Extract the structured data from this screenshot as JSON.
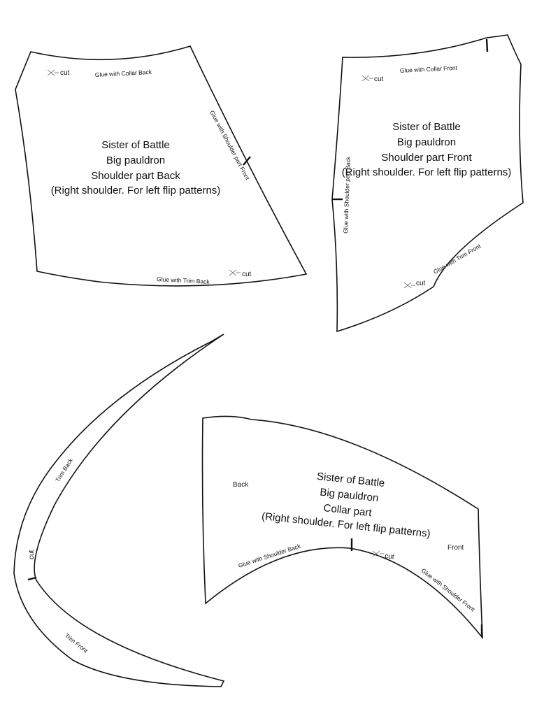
{
  "pieces": {
    "back": {
      "title": [
        "Sister of Battle",
        "Big pauldron",
        "Shoulder part Back",
        "(Right shoulder. For left flip patterns)"
      ],
      "glue_collar": "Glue with Collar Back",
      "glue_shoulder": "Glue with Shoulder part Front",
      "glue_trim": "Glue with Trim  Back",
      "cut": "cut"
    },
    "front": {
      "title": [
        "Sister of Battle",
        "Big pauldron",
        "Shoulder part Front",
        "(Right shoulder. For left flip patterns)"
      ],
      "glue_collar": "Glue with Collar Front",
      "glue_shoulder": "Glue with Shoulder part Back",
      "glue_trim": "Glue with Trim  Front",
      "cut": "cut"
    },
    "trim": {
      "back_label": "Trim Back",
      "front_label": "Trim Front",
      "cut": "cut"
    },
    "collar": {
      "title": [
        "Sister of Battle",
        "Big pauldron",
        "Collar part",
        "(Right shoulder. For left flip patterns)"
      ],
      "back_label": "Back",
      "front_label": "Front",
      "glue_shoulder_back": "Glue with Shoulder Back",
      "glue_shoulder_front": "Glue with Shoulder  Front",
      "cut": "cut"
    }
  }
}
